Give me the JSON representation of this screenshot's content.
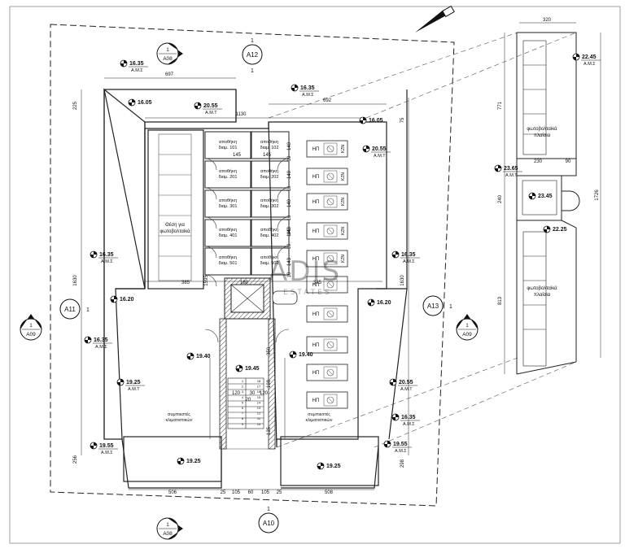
{
  "watermark": {
    "brand": "ADIS",
    "sub": "ESTATES"
  },
  "sections": {
    "a12": {
      "num": "1",
      "label": "A12",
      "digit": "1"
    },
    "a08_top": {
      "num": "1",
      "label": "A08"
    },
    "a08_bottom": {
      "num": "1",
      "label": "A08"
    },
    "a11": {
      "label": "A11",
      "digit": "1"
    },
    "a09_left": {
      "num": "1",
      "label": "A09"
    },
    "a13": {
      "label": "A13",
      "digit": "1"
    },
    "a09_right": {
      "num": "1",
      "label": "A09"
    },
    "a10": {
      "num": "1",
      "label": "A10"
    }
  },
  "levels": {
    "l1": {
      "value": "16.35",
      "sub": "Α.Μ.Σ"
    },
    "l2": {
      "value": "16.05"
    },
    "l3": {
      "value": "20.55",
      "sub": "Α.Μ.Τ"
    },
    "l4": {
      "value": "16.35",
      "sub": "Α.Μ.Σ"
    },
    "l5": {
      "value": "16.05"
    },
    "l6": {
      "value": "20.55",
      "sub": "Α.Μ.Τ"
    },
    "l7": {
      "value": "16.35",
      "sub": "Α.Μ.Σ"
    },
    "l8": {
      "value": "16.20"
    },
    "l9": {
      "value": "16.35",
      "sub": "Α.Μ.Σ"
    },
    "l10": {
      "value": "19.25",
      "sub": "Α.Μ.Τ"
    },
    "l11": {
      "value": "19.55",
      "sub": "Α.Μ.Σ"
    },
    "l12": {
      "value": "19.25"
    },
    "l13": {
      "value": "19.40"
    },
    "l14": {
      "value": "19.45"
    },
    "l15": {
      "value": "19.40"
    },
    "l16": {
      "value": "16.20"
    },
    "l17": {
      "value": "16.35",
      "sub": "Α.Μ.Σ"
    },
    "l18": {
      "value": "20.55",
      "sub": "Α.Μ.Τ"
    },
    "l19": {
      "value": "16.35",
      "sub": "Α.Μ.Σ"
    },
    "l20": {
      "value": "19.55",
      "sub": "Α.Μ.Σ"
    },
    "l21": {
      "value": "19.25"
    },
    "l22": {
      "value": "22.45",
      "sub": "Α.Μ.Σ"
    },
    "l23": {
      "value": "23.65",
      "sub": "Α.Μ.Τ"
    },
    "l24": {
      "value": "23.45"
    },
    "l25": {
      "value": "22.25"
    }
  },
  "dims": {
    "d697": "697",
    "d225": "225",
    "d1130": "1130",
    "d692": "692",
    "d75": "75",
    "d145a": "145",
    "d145b": "145",
    "d1630a": "1630",
    "d1630b": "1630",
    "d1595": "1595",
    "d385a": "385",
    "d385b": "385",
    "d180": "180",
    "d350": "350",
    "d198": "198",
    "d125": "125",
    "d120a": "120",
    "d120b": "120",
    "d30": "30",
    "d20": "20",
    "d256": "256",
    "d298": "298",
    "d506": "506",
    "d25a": "25",
    "d105a": "105",
    "d60": "60",
    "d105b": "105",
    "d25b": "25",
    "d508": "508",
    "d320": "320",
    "d771": "771",
    "d230": "230",
    "d90": "90",
    "d240": "240",
    "d813": "813",
    "d1726": "1726",
    "v140a": "140",
    "v10a": "10",
    "v140b": "140",
    "v10b": "10",
    "v140c": "140",
    "v10c": "10",
    "v140d": "140",
    "v10d": "10",
    "v143a": "143",
    "v10e": "10",
    "v143b": "143"
  },
  "storage": {
    "s101": {
      "l1": "αποθήκη",
      "l2": "διαμ. 101"
    },
    "s102": {
      "l1": "αποθήκη",
      "l2": "διαμ. 102"
    },
    "s201": {
      "l1": "αποθήκη",
      "l2": "διαμ. 201"
    },
    "s202": {
      "l1": "αποθήκη",
      "l2": "διαμ. 202"
    },
    "s301": {
      "l1": "αποθήκη",
      "l2": "διαμ. 301"
    },
    "s302": {
      "l1": "αποθήκη",
      "l2": "διαμ. 302"
    },
    "s401": {
      "l1": "αποθήκη",
      "l2": "διαμ. 401"
    },
    "s402": {
      "l1": "αποθήκη",
      "l2": "διαμ. 402"
    },
    "s501": {
      "l1": "αποθήκη",
      "l2": "διαμ. 501"
    },
    "s502": {
      "l1": "αποθήκη",
      "l2": "διαμ. 502"
    }
  },
  "labels": {
    "pv_roof_l1": "Θέση για",
    "pv_roof_l2": "φωτοβολταϊκά",
    "pv_top_l1": "φωτοβολταϊκά",
    "pv_top_l2": "πλαίσια",
    "pv_bot_l1": "φωτοβολταϊκά",
    "pv_bot_l2": "πλαίσια",
    "ac_left_l1": "συμπιεστές",
    "ac_left_l2": "κλιματιστικών",
    "ac_right_l1": "συμπιεστές",
    "ac_right_l2": "κλιματιστικών",
    "hp": "ΗΠ",
    "kzn": "ΚΖΝ"
  },
  "stair_steps": [
    "18",
    "17",
    "16",
    "15",
    "14",
    "13",
    "12",
    "11",
    "10",
    "1",
    "2",
    "3",
    "4",
    "5",
    "6",
    "7",
    "8",
    "9"
  ]
}
